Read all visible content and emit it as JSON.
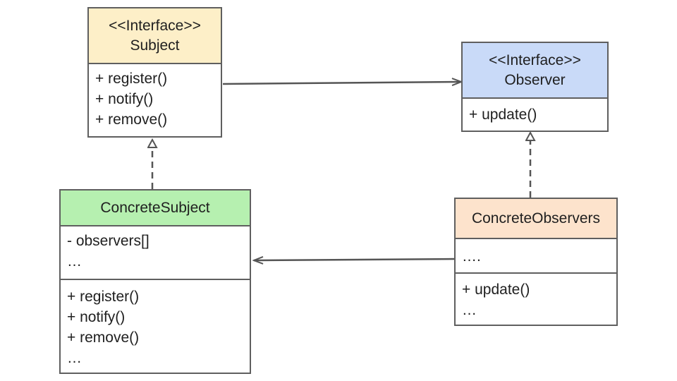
{
  "colors": {
    "subject_header": "#fdefc8",
    "observer_header": "#c9daf8",
    "concrete_subject_header": "#b6f0b0",
    "concrete_observers_header": "#fde3cc",
    "border": "#5f5f5f",
    "connector": "#555555"
  },
  "subject": {
    "stereotype": "<<Interface>>",
    "name": "Subject",
    "methods": [
      "+ register()",
      "+ notify()",
      "+ remove()"
    ]
  },
  "observer": {
    "stereotype": "<<Interface>>",
    "name": "Observer",
    "methods": [
      "+ update()"
    ]
  },
  "concrete_subject": {
    "name": "ConcreteSubject",
    "attributes": [
      "- observers[]",
      "…"
    ],
    "methods": [
      "+ register()",
      "+ notify()",
      "+ remove()",
      "…"
    ]
  },
  "concrete_observers": {
    "name": "ConcreteObservers",
    "attributes": [
      "…."
    ],
    "methods": [
      "+ update()",
      "…"
    ]
  },
  "connectors": [
    {
      "id": "subject-to-observer",
      "from": "subject",
      "to": "observer",
      "style": "solid-association"
    },
    {
      "id": "concrete-subject-realizes-subject",
      "from": "concrete_subject",
      "to": "subject",
      "style": "dashed-realization"
    },
    {
      "id": "concrete-observers-realize-observer",
      "from": "concrete_observers",
      "to": "observer",
      "style": "dashed-realization"
    },
    {
      "id": "concrete-observers-to-concrete-subject",
      "from": "concrete_observers",
      "to": "concrete_subject",
      "style": "solid-association"
    }
  ]
}
